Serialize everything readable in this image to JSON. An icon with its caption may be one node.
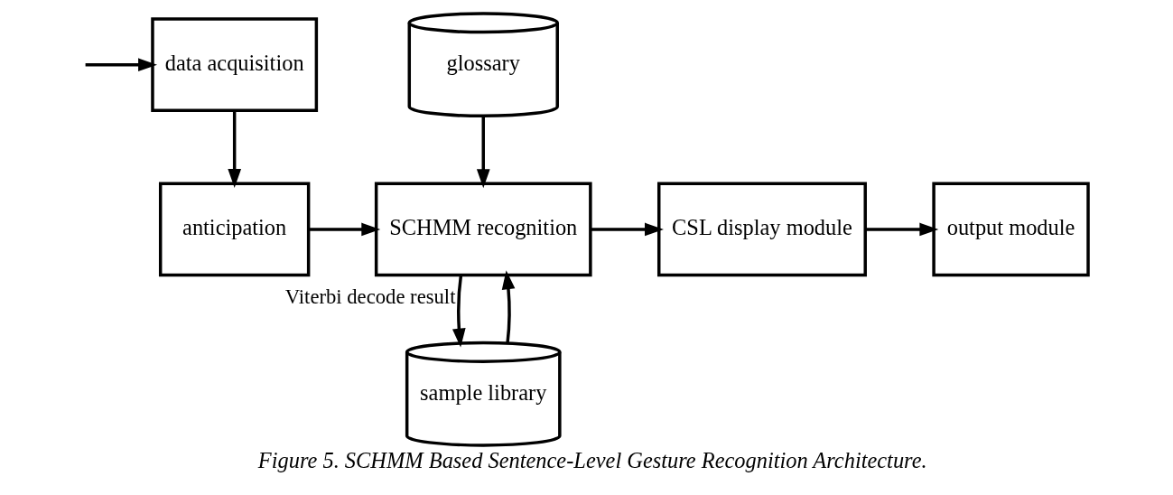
{
  "diagram": {
    "caption": "Figure 5. SCHMM Based Sentence-Level Gesture Recognition Architecture.",
    "nodes": [
      {
        "text": [
          "data acquisition"
        ]
      },
      {
        "text": [
          "glossary"
        ]
      },
      {
        "text": [
          "anticipation"
        ]
      },
      {
        "text": [
          "SCHMM recognition"
        ]
      },
      {
        "text": [
          "CSL display module"
        ]
      },
      {
        "text": [
          "output module"
        ]
      },
      {
        "text": [
          "sample library"
        ]
      }
    ],
    "edges": [
      {
        "from": null,
        "to": 0,
        "arrow": "to"
      },
      {
        "from": 0,
        "to": 2,
        "arrow": "to"
      },
      {
        "from": 1,
        "to": 3,
        "arrow": "to"
      },
      {
        "from": 2,
        "to": 3,
        "arrow": "to"
      },
      {
        "from": 3,
        "to": 4,
        "arrow": "to"
      },
      {
        "from": 4,
        "to": 5,
        "arrow": "to"
      },
      {
        "from": 6,
        "to": 3,
        "arrow": "to"
      },
      {
        "from": 3,
        "to": 6,
        "arrow": "to",
        "label": "Viterbi decode result"
      }
    ]
  }
}
